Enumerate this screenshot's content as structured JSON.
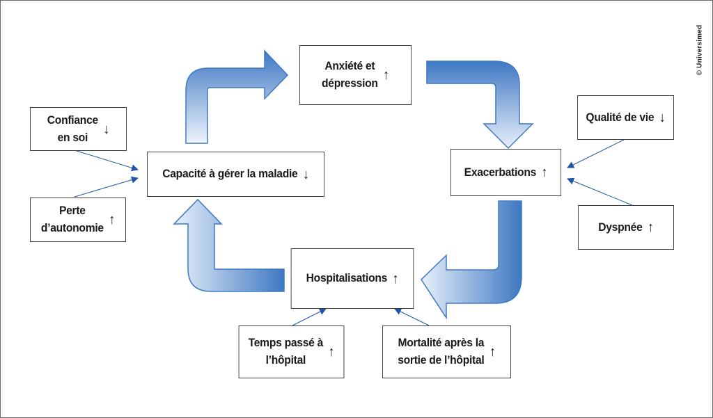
{
  "boxes": {
    "anxiety": {
      "label": "Anxiété et\ndépression",
      "arrow": "↑"
    },
    "exacerbations": {
      "label": "Exacerbations",
      "arrow": "↑"
    },
    "hospitalisations": {
      "label": "Hospitalisations",
      "arrow": "↑"
    },
    "capacity": {
      "label": "Capacité à gérer la maladie",
      "arrow": "↓"
    },
    "confidence": {
      "label": "Confiance\nen soi",
      "arrow": "↓"
    },
    "autonomy": {
      "label": "Perte\nd’autonomie",
      "arrow": "↑"
    },
    "quality": {
      "label": "Qualité de vie",
      "arrow": "↓"
    },
    "dyspnea": {
      "label": "Dyspnée",
      "arrow": "↑"
    },
    "time_hospital": {
      "label": "Temps passé à\nl’hôpital",
      "arrow": "↑"
    },
    "mortality": {
      "label": "Mortalité après la\nsortie de l’hôpital",
      "arrow": "↑"
    }
  },
  "copyright": "© Universimed",
  "colors": {
    "arrow_dark": "#3f78c3",
    "arrow_light": "#e8f0fa",
    "connector": "#1d56a6",
    "box_border": "#3a3a3a"
  },
  "icons": {
    "increase": "arrow-up-icon",
    "decrease": "arrow-down-icon"
  }
}
